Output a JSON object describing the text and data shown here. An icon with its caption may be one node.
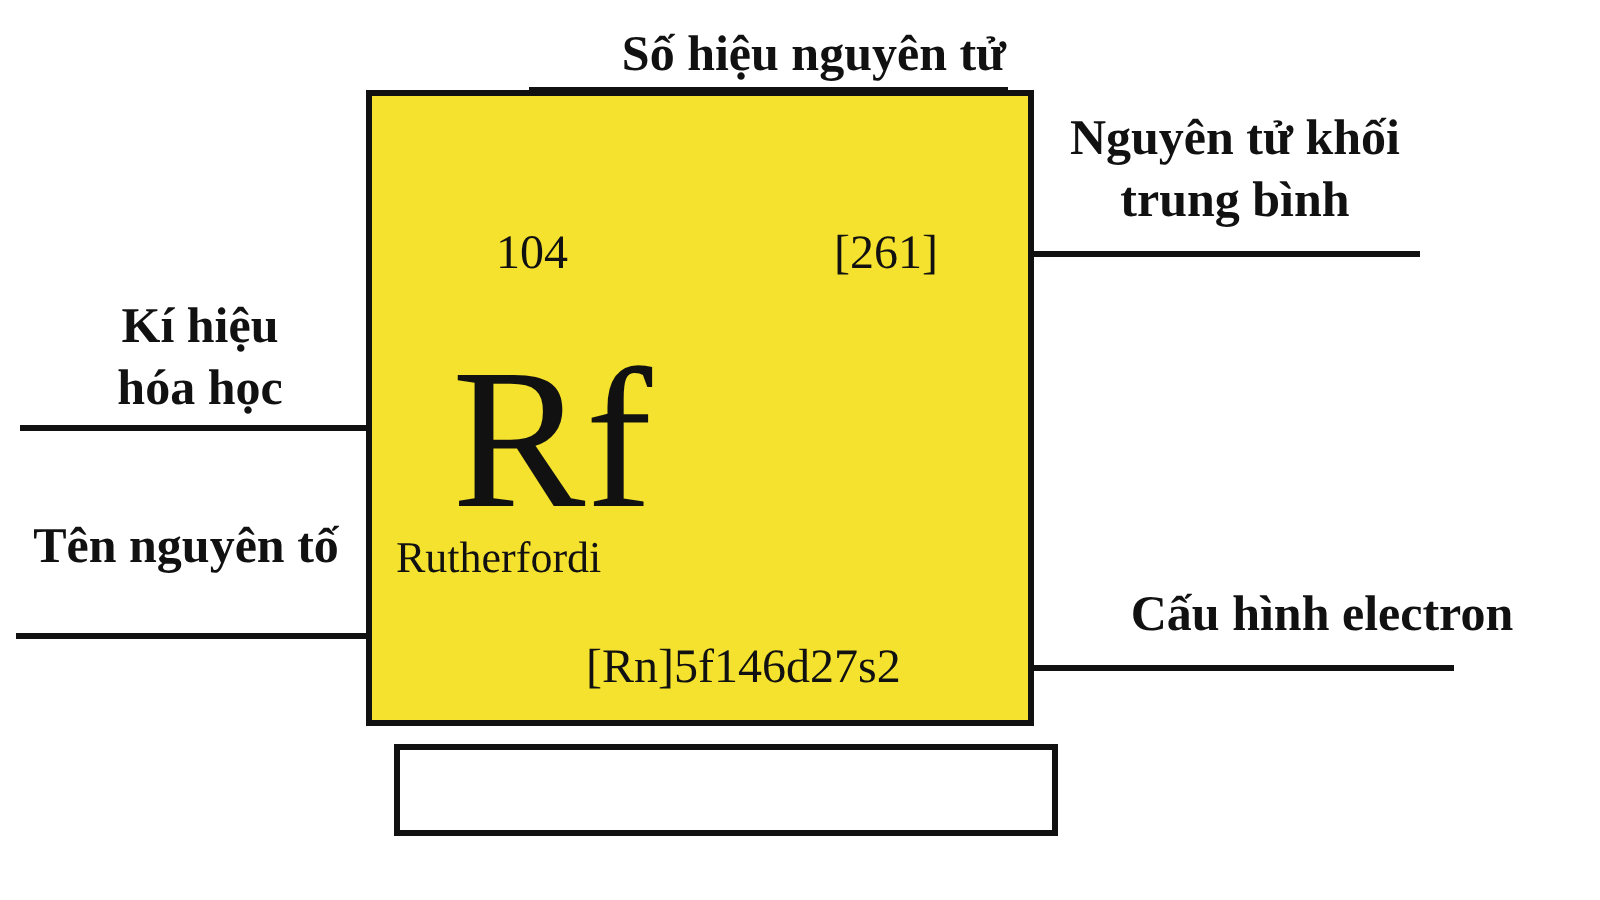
{
  "diagram": {
    "nodes": [
      {
        "text": [],
        "shape": "box"
      },
      {
        "text": [
          "104"
        ],
        "in": 0
      },
      {
        "text": [
          "[261]"
        ],
        "in": 0
      },
      {
        "text": [
          "Rf"
        ],
        "in": 0
      },
      {
        "text": [
          "Rutherfordi"
        ],
        "in": 0
      },
      {
        "text": [
          "[Rn]5f146d27s2"
        ],
        "in": 0
      },
      {
        "text": [
          "Số hiệu nguyên tử"
        ]
      },
      {
        "text": [
          "Nguyên tử khối trung bình"
        ]
      },
      {
        "text": [
          "Kí hiệu hóa học"
        ]
      },
      {
        "text": [
          "Tên nguyên tố"
        ]
      },
      {
        "text": [
          "Cấu hình electron"
        ]
      },
      {
        "text": [],
        "shape": "box"
      }
    ],
    "edges": [
      {
        "from": 6,
        "to": 1,
        "arrow": "none"
      },
      {
        "from": 7,
        "to": 2,
        "arrow": "none"
      },
      {
        "from": 8,
        "to": 3,
        "arrow": "none"
      },
      {
        "from": 9,
        "to": 4,
        "arrow": "none"
      },
      {
        "from": 10,
        "to": 5,
        "arrow": "none"
      }
    ]
  }
}
